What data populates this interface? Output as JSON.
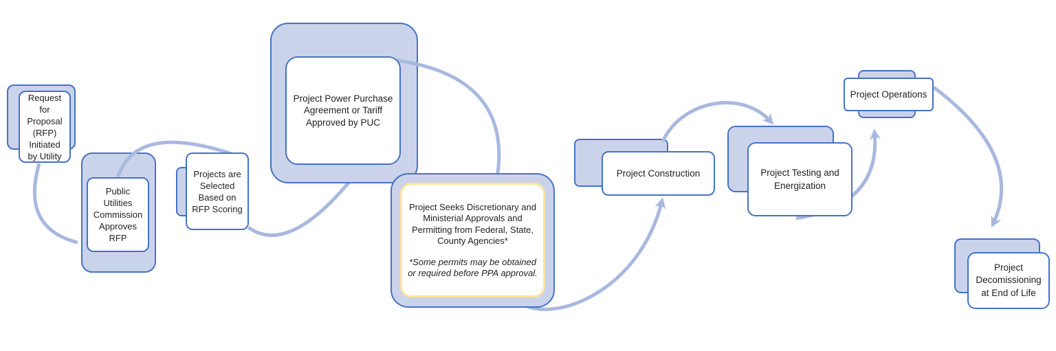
{
  "diagram_type": "flowchart",
  "colors": {
    "box_border_blue": "#4472C4",
    "box_fill_lavender": "#CBD3EB",
    "box_fill_white": "#FFFFFF",
    "note_border_gold": "#FFE49C",
    "connector_arrow": "#A9B8DF",
    "text": "#1F1F1F",
    "background": "#FFFFFF"
  },
  "nodes": [
    {
      "id": "rfp-initiated",
      "label": "Request\nfor\nProposal\n(RFP)\nInitiated\nby Utility"
    },
    {
      "id": "puc-approves-rfp",
      "label": "Public\nUtilities\nCommission\nApproves\nRFP"
    },
    {
      "id": "projects-selected",
      "label": "Projects are\nSelected\nBased on\nRFP Scoring"
    },
    {
      "id": "ppa-approved",
      "label": "Project Power Purchase\nAgreement or Tariff\nApproved by PUC"
    },
    {
      "id": "approvals-permitting",
      "label": "Project Seeks Discretionary and\nMinisterial Approvals and\nPermitting from Federal, State,\nCounty Agencies*",
      "note": "*Some permits may be obtained\nor required before PPA approval."
    },
    {
      "id": "construction",
      "label": "Project Construction"
    },
    {
      "id": "testing-energization",
      "label": "Project Testing and\nEnergization"
    },
    {
      "id": "operations",
      "label": "Project Operations"
    },
    {
      "id": "decommissioning",
      "label": "Project\nDecomissioning\nat End of Life"
    }
  ],
  "connectors": [
    {
      "from": "rfp-initiated",
      "to": "puc-approves-rfp",
      "arrowhead": false
    },
    {
      "from": "puc-approves-rfp",
      "to": "projects-selected",
      "arrowhead": false
    },
    {
      "from": "projects-selected",
      "to": "ppa-approved",
      "arrowhead": false
    },
    {
      "from": "ppa-approved",
      "to": "approvals-permitting",
      "arrowhead": false
    },
    {
      "from": "approvals-permitting",
      "to": "construction",
      "arrowhead": true
    },
    {
      "from": "construction",
      "to": "testing-energization",
      "arrowhead": true
    },
    {
      "from": "testing-energization",
      "to": "operations",
      "arrowhead": true
    },
    {
      "from": "operations",
      "to": "decommissioning",
      "arrowhead": true
    }
  ]
}
